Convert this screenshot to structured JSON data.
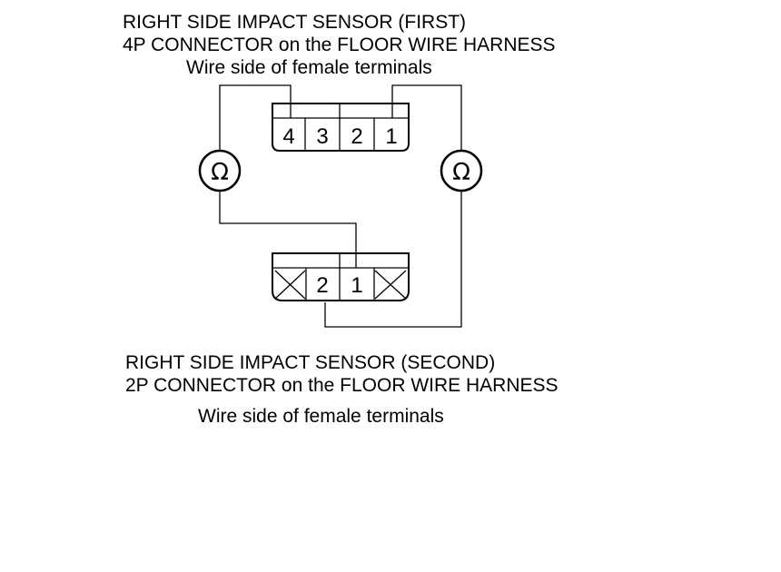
{
  "first_connector": {
    "title": "RIGHT SIDE IMPACT SENSOR (FIRST)",
    "subtitle": "4P CONNECTOR on the FLOOR WIRE HARNESS",
    "note": "Wire side of female terminals",
    "terminals": [
      "4",
      "3",
      "2",
      "1"
    ]
  },
  "second_connector": {
    "title": "RIGHT SIDE IMPACT SENSOR (SECOND)",
    "subtitle": "2P CONNECTOR on the FLOOR WIRE HARNESS",
    "note": "Wire side of female terminals",
    "terminals": [
      "2",
      "1"
    ]
  },
  "meters": {
    "left_symbol": "Ω",
    "right_symbol": "Ω"
  }
}
